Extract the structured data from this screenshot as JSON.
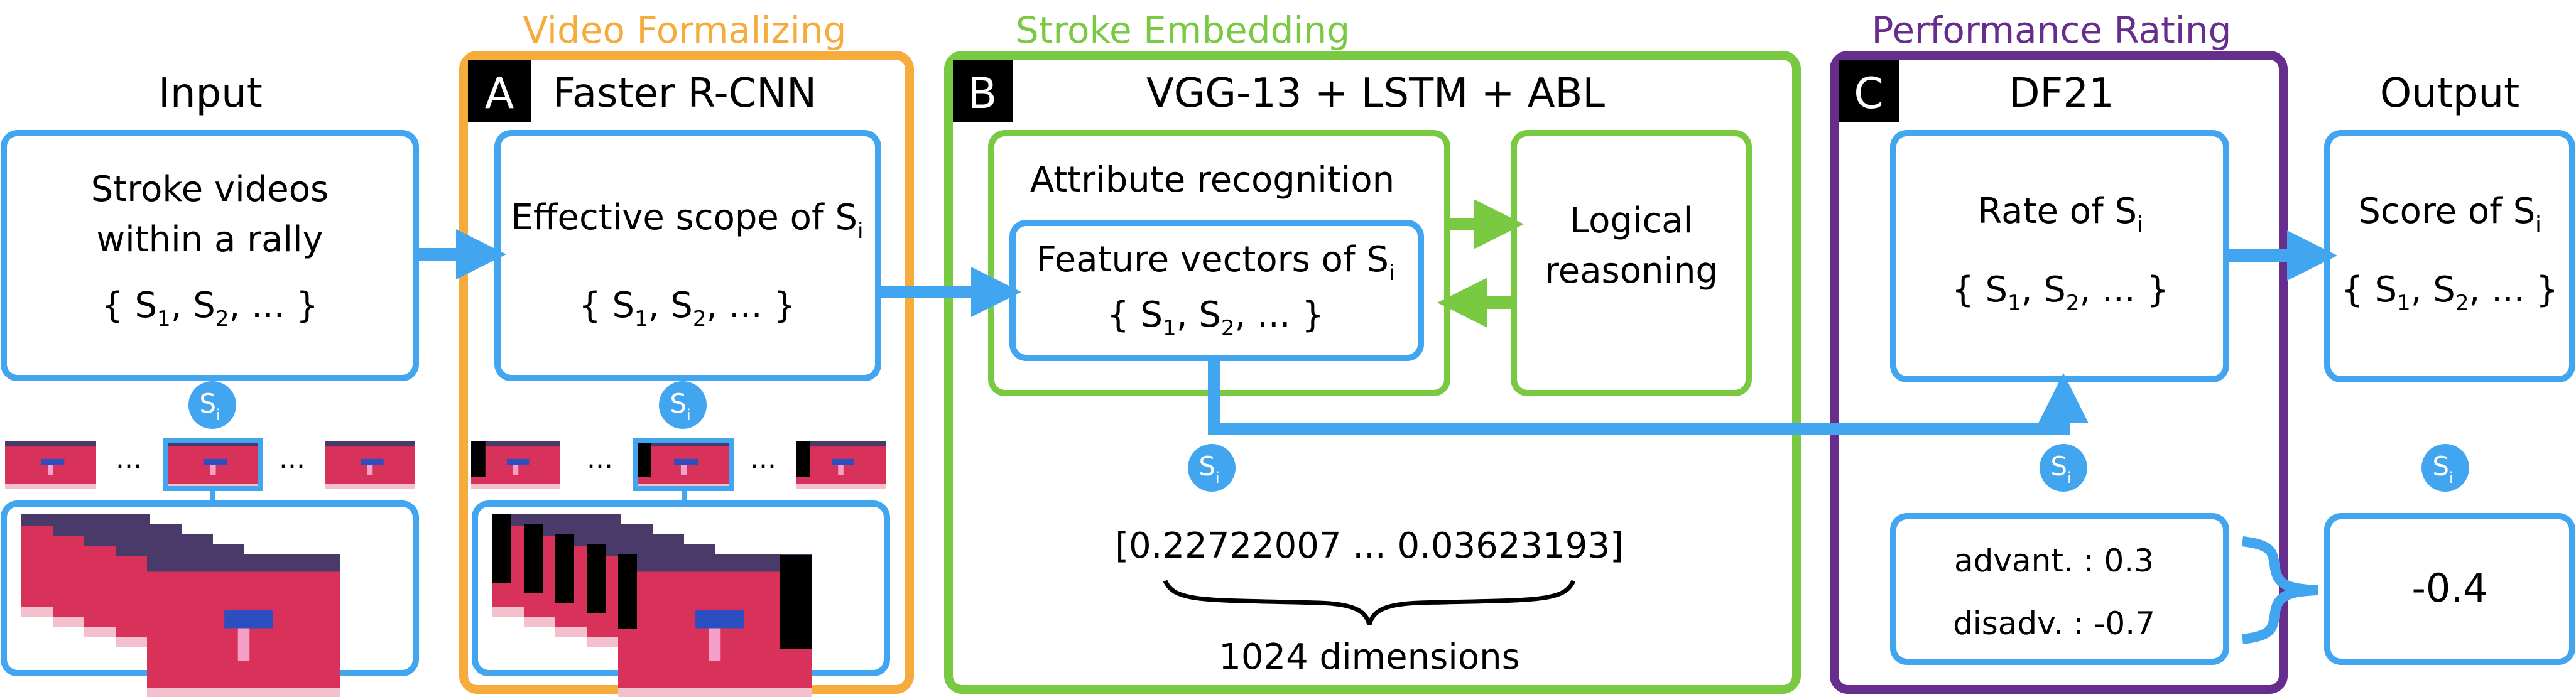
{
  "colors": {
    "blue": "#42a5f0",
    "orange": "#f6ac3c",
    "green": "#7ac943",
    "purple": "#662d8c",
    "label_bg": "#000000",
    "court": "#d8315a"
  },
  "phases": {
    "video_formalizing": "Video Formalizing",
    "stroke_embedding": "Stroke Embedding",
    "performance_rating": "Performance Rating"
  },
  "columns": {
    "input": "Input",
    "output": "Output",
    "a": {
      "letter": "A",
      "model": "Faster R-CNN"
    },
    "b": {
      "letter": "B",
      "model": "VGG-13 + LSTM + ABL"
    },
    "c": {
      "letter": "C",
      "model": "DF21"
    }
  },
  "set": {
    "open": "{ S",
    "s1": "1",
    "mid": ", S",
    "s2": "2",
    "close": ",   ...   }"
  },
  "si": {
    "s": "S",
    "i": "i"
  },
  "input_box": {
    "line1": "Stroke videos",
    "line2": "within a rally"
  },
  "effective_box": {
    "label": "Effective scope of S"
  },
  "attribute_box": {
    "label": "Attribute recognition"
  },
  "feature_box": {
    "label": "Feature vectors of S"
  },
  "logical_box": {
    "line1": "Logical",
    "line2": "reasoning"
  },
  "rate_box": {
    "label": "Rate of S"
  },
  "score_box": {
    "label": "Score of S"
  },
  "vector": {
    "text": "[0.22722007 ...  0.03623193]",
    "dims": "1024 dimensions"
  },
  "rating": {
    "advantage": "advant. : 0.3",
    "disadvantage": "disadv. : -0.7"
  },
  "score_value": "-0.4",
  "ellipsis": "..."
}
